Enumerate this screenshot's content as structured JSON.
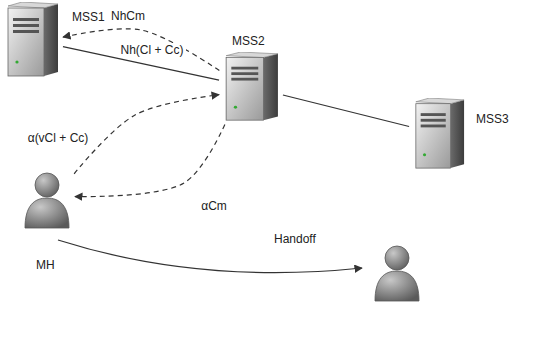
{
  "diagram": {
    "nodes": [
      {
        "text": [
          "MSS1"
        ]
      },
      {
        "text": [
          "MSS2"
        ]
      },
      {
        "text": [
          "MSS3"
        ]
      },
      {
        "text": [
          "MH"
        ]
      }
    ],
    "edges": [
      {
        "from": 1,
        "to": 0,
        "arrow": "to",
        "label": "NhCm"
      },
      {
        "from": 0,
        "to": 1,
        "arrow": "none",
        "label": "Nh(Cl + Cc)"
      },
      {
        "from": 1,
        "to": 2,
        "arrow": "none"
      },
      {
        "from": 3,
        "to": 1,
        "arrow": "to",
        "label": "α(vCl + Cc)"
      },
      {
        "from": 1,
        "to": 3,
        "arrow": "to",
        "label": "αCm"
      }
    ],
    "labels": [
      "Handoff"
    ]
  }
}
